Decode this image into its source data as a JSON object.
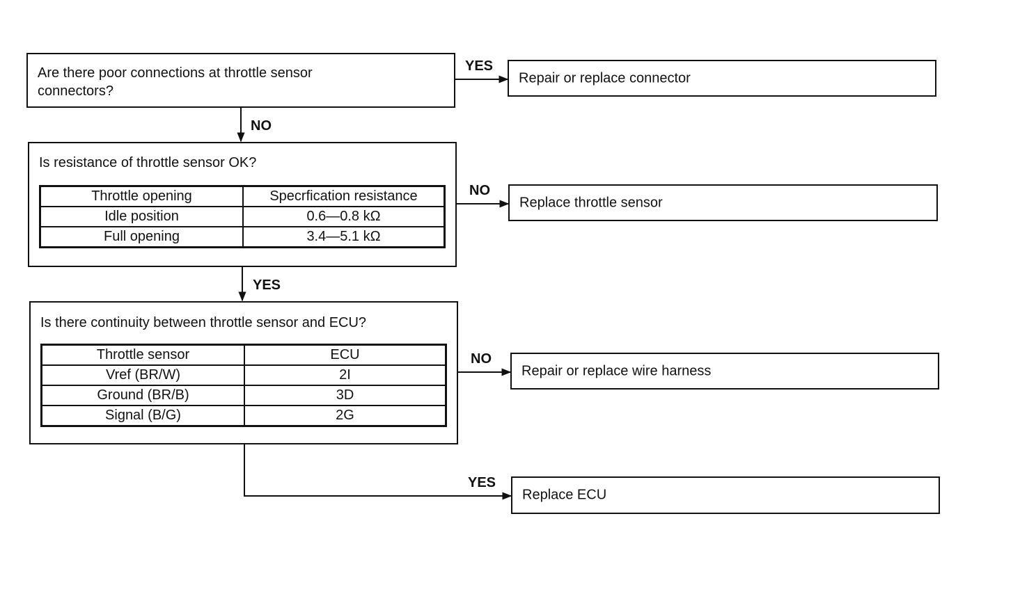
{
  "q1": {
    "text_line1": "Are there poor connections at throttle sensor",
    "text_line2": "connectors?",
    "yes_label": "YES",
    "yes_result": "Repair or replace connector",
    "no_label": "NO"
  },
  "q2": {
    "text": "Is resistance of throttle sensor OK?",
    "table": {
      "headers": [
        "Throttle opening",
        "Specrfication resistance"
      ],
      "rows": [
        [
          "Idle position",
          "0.6—0.8 kΩ"
        ],
        [
          "Full opening",
          "3.4—5.1 kΩ"
        ]
      ]
    },
    "no_label": "NO",
    "no_result": "Replace throttle sensor",
    "yes_label": "YES"
  },
  "q3": {
    "text": "Is there continuity between throttle sensor and ECU?",
    "table": {
      "headers": [
        "Throttle sensor",
        "ECU"
      ],
      "rows": [
        [
          "Vref (BR/W)",
          "2I"
        ],
        [
          "Ground (BR/B)",
          "3D"
        ],
        [
          "Signal (B/G)",
          "2G"
        ]
      ]
    },
    "no_label": "NO",
    "no_result": "Repair or replace wire harness",
    "yes_label": "YES",
    "yes_result": "Replace ECU"
  }
}
